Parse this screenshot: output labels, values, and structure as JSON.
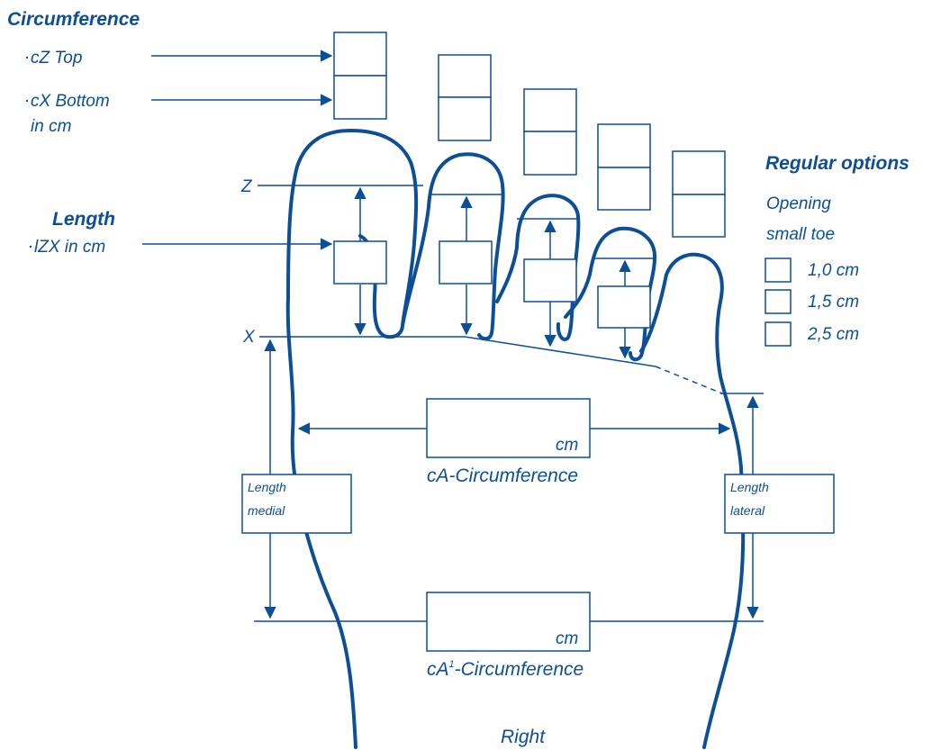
{
  "colors": {
    "primary": "#0c4f96",
    "background": "#ffffff"
  },
  "circumference": {
    "heading": "Circumference",
    "top_label": "cZ Top",
    "bottom_label": "cX Bottom",
    "unit_label": "in cm"
  },
  "length": {
    "heading": "Length",
    "label": "lZX in cm"
  },
  "markers": {
    "z": "Z",
    "x": "X"
  },
  "regular_options": {
    "heading": "Regular options",
    "sub_line1": "Opening",
    "sub_line2": "small toe",
    "options": [
      "1,0 cm",
      "1,5 cm",
      "2,5 cm"
    ]
  },
  "ca": {
    "unit": "cm",
    "label": "cA-Circumference"
  },
  "ca1": {
    "unit": "cm",
    "label_prefix": "cA",
    "label_sup": "1",
    "label_suffix": "-Circumference"
  },
  "length_medial": {
    "line1": "Length",
    "line2": "medial"
  },
  "length_lateral": {
    "line1": "Length",
    "line2": "lateral"
  },
  "side_label": "Right",
  "icons": [
    "arrow-icon",
    "checkbox-icon"
  ]
}
